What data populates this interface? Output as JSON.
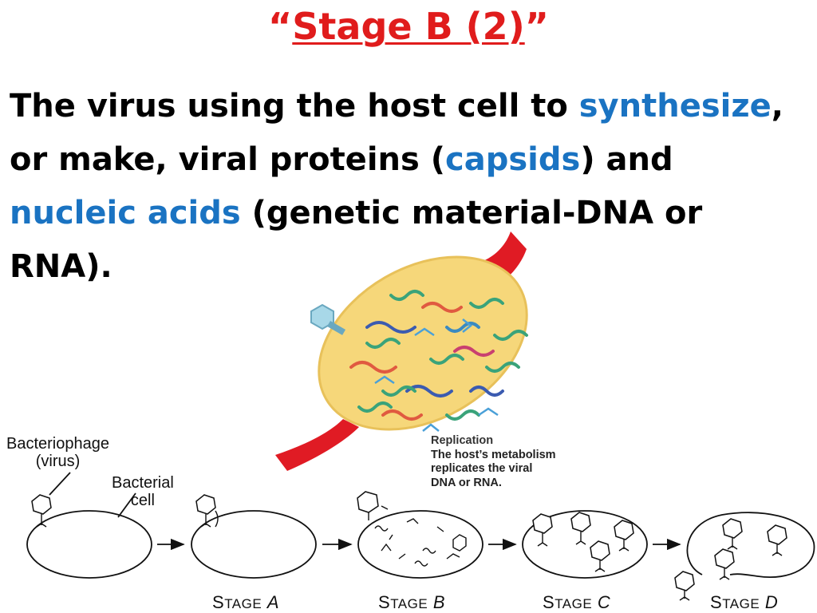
{
  "slide": {
    "title_open": "“",
    "title_main": "Stage B (2)",
    "title_close": "”",
    "line1_a": "The virus using the host cell to ",
    "line1_b": "synthesize",
    "line1_c": ",",
    "line2_a": "or make, viral proteins (",
    "line2_b": "capsids",
    "line2_c": ") and",
    "line3_a": "nucleic acids",
    "line3_b": " (genetic material-DNA or",
    "line4": "RNA)."
  },
  "replication": {
    "heading": "Replication",
    "line1": "The host’s metabolism",
    "line2": "replicates the viral",
    "line3": "DNA or RNA."
  },
  "diagram": {
    "bacteriophage_1": "Bacteriophage",
    "bacteriophage_2": "(virus)",
    "bacterial_1": "Bacterial",
    "bacterial_2": "cell",
    "stage_a_s": "S",
    "stage_a_rest": "TAGE",
    "stage_a_letter": "A",
    "stage_b_s": "S",
    "stage_b_rest": "TAGE",
    "stage_b_letter": "B",
    "stage_c_s": "S",
    "stage_c_rest": "TAGE",
    "stage_c_letter": "C",
    "stage_d_s": "S",
    "stage_d_rest": "TAGE",
    "stage_d_letter": "D"
  },
  "colors": {
    "title": "#e01c1c",
    "highlight": "#1a73c2",
    "arrow": "#e01b24",
    "cell_fill": "#f6d77a"
  }
}
